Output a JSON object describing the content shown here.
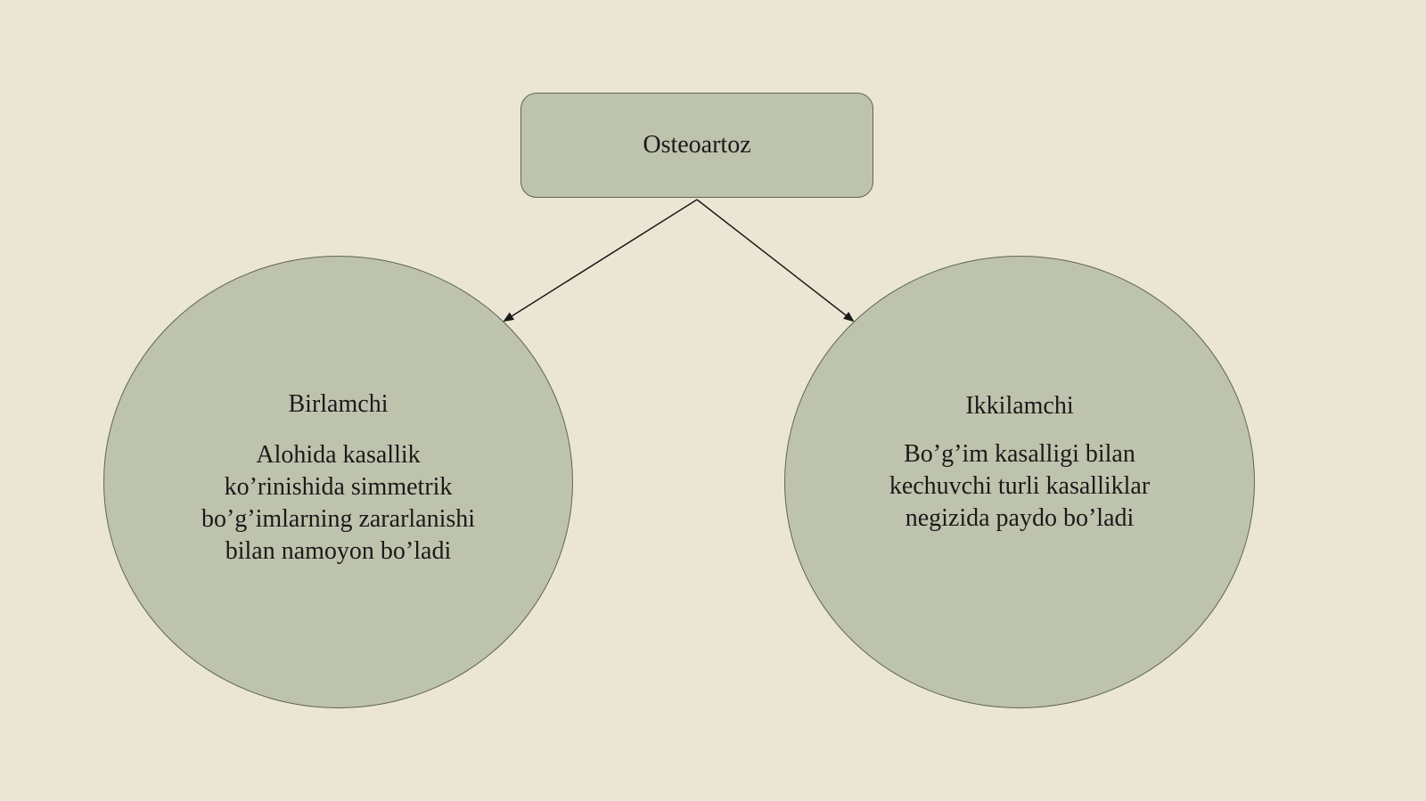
{
  "colors": {
    "background": "#ebe6d4",
    "node_fill": "#bec3ad",
    "node_border": "#5f6458",
    "arrow": "#1a1a1a",
    "text": "#1a1a1a"
  },
  "root": {
    "label": "Osteoartoz"
  },
  "children": [
    {
      "title": "Birlamchi",
      "lines": [
        "Alohida kasallik",
        "ko’rinishida simmetrik",
        "bo’g’imlarning zararlanishi",
        "bilan namoyon bo’ladi"
      ]
    },
    {
      "title": "Ikkilamchi",
      "lines": [
        "Bo’g’im kasalligi bilan",
        "kechuvchi turli kasalliklar",
        "negizida paydo bo’ladi"
      ]
    }
  ]
}
